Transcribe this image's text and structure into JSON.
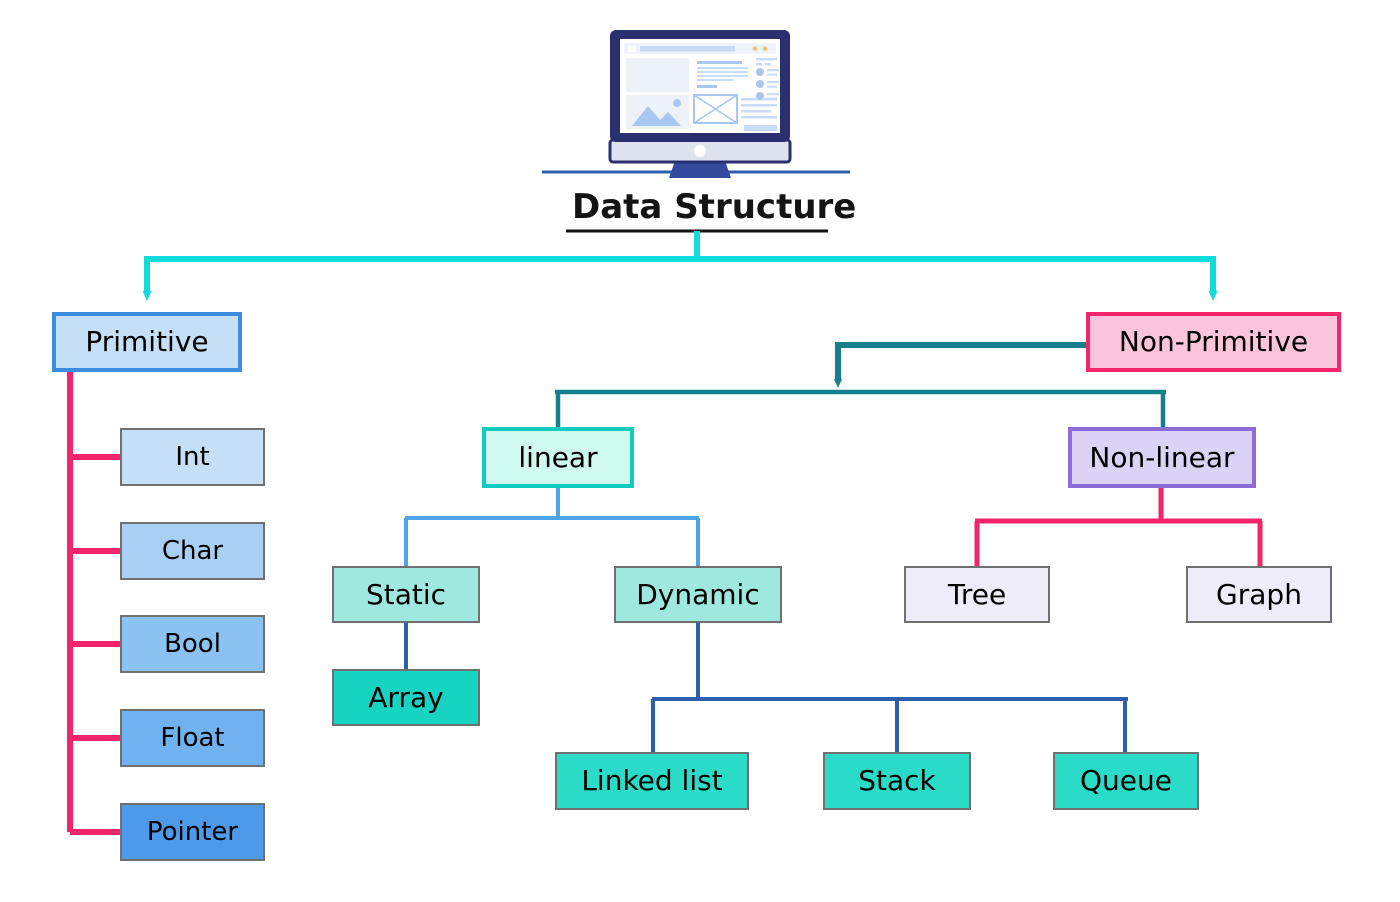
{
  "diagram": {
    "title": "Data Structure",
    "icon": "desktop-monitor-icon",
    "colors": {
      "cyan_connector": "#10DCDC",
      "teal_connector": "#15808C",
      "pink_connector": "#F2246B",
      "light_blue_connector": "#4FA3E8",
      "dark_blue_connector": "#2E5FAC",
      "monitor_frame": "#2A2F70",
      "monitor_accent": "#A8C6F0"
    },
    "nodes": {
      "primitive": {
        "label": "Primitive",
        "fill": "#C5DFF7",
        "border": "#3C8DE0"
      },
      "non_primitive": {
        "label": "Non-Primitive",
        "fill": "#FBC4DC",
        "border": "#F2246B"
      },
      "linear": {
        "label": "linear",
        "fill": "#CFF8EE",
        "border": "#11CBBE"
      },
      "non_linear": {
        "label": "Non-linear",
        "fill": "#DCD2F5",
        "border": "#8C6BD8"
      },
      "static": {
        "label": "Static",
        "fill": "#9EE8E0",
        "border": "#707070"
      },
      "dynamic": {
        "label": "Dynamic",
        "fill": "#9EE8E0",
        "border": "#707070"
      },
      "array": {
        "label": "Array",
        "fill": "#17D3C2",
        "border": "#707070"
      },
      "linked_list": {
        "label": "Linked list",
        "fill": "#2ADCC8",
        "border": "#707070"
      },
      "stack": {
        "label": "Stack",
        "fill": "#2ADCC8",
        "border": "#707070"
      },
      "queue": {
        "label": "Queue",
        "fill": "#2ADCC8",
        "border": "#707070"
      },
      "tree": {
        "label": "Tree",
        "fill": "#EFECFA",
        "border": "#707070"
      },
      "graph": {
        "label": "Graph",
        "fill": "#EFECFA",
        "border": "#707070"
      },
      "int": {
        "label": "Int",
        "fill": "#C5DFF7",
        "border": "#707070"
      },
      "char": {
        "label": "Char",
        "fill": "#A9CFF5",
        "border": "#707070"
      },
      "bool": {
        "label": "Bool",
        "fill": "#8CC2F2",
        "border": "#707070"
      },
      "float": {
        "label": "Float",
        "fill": "#6FB2EF",
        "border": "#707070"
      },
      "pointer": {
        "label": "Pointer",
        "fill": "#4D99EA",
        "border": "#707070"
      }
    }
  }
}
